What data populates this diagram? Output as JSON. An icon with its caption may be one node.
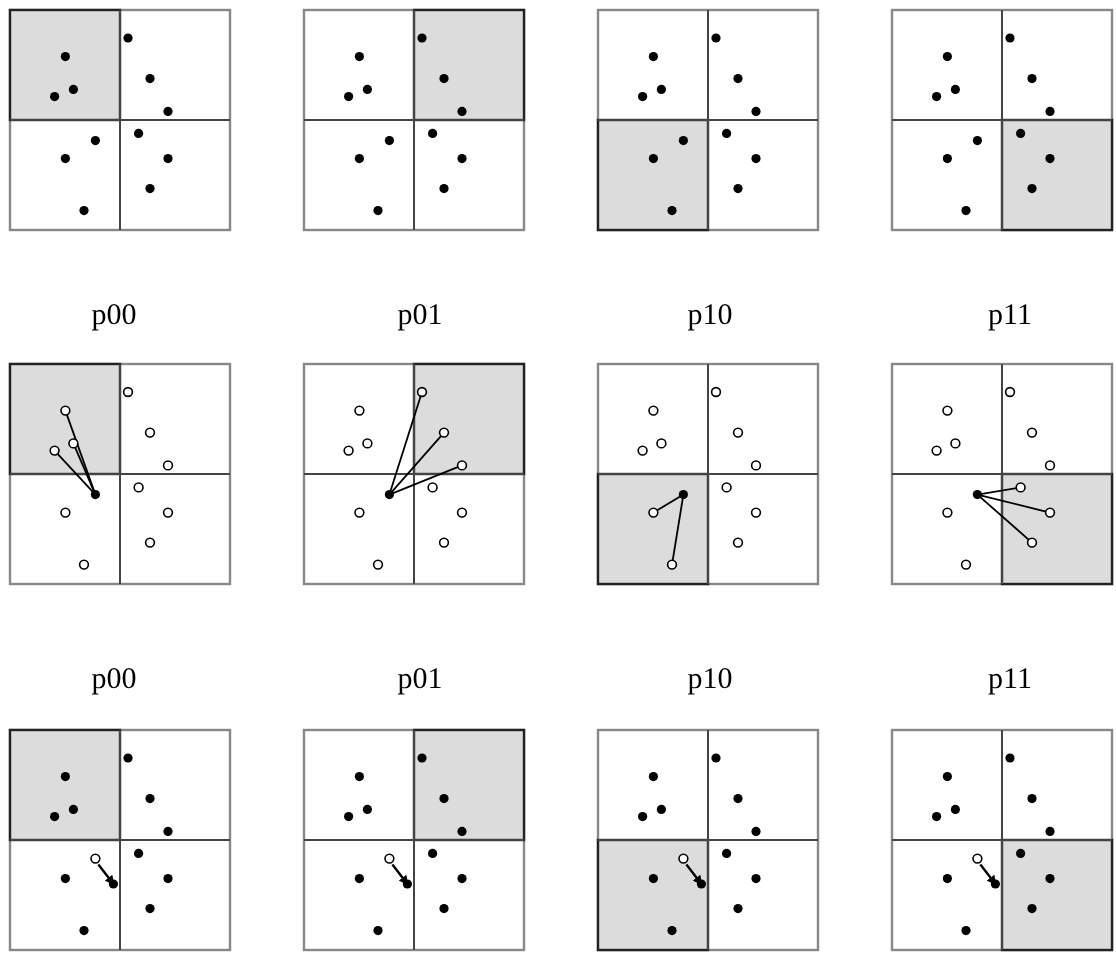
{
  "diagram": {
    "labels": [
      "p00",
      "p01",
      "p10",
      "p11",
      "p00",
      "p01",
      "p10",
      "p11"
    ]
  }
}
